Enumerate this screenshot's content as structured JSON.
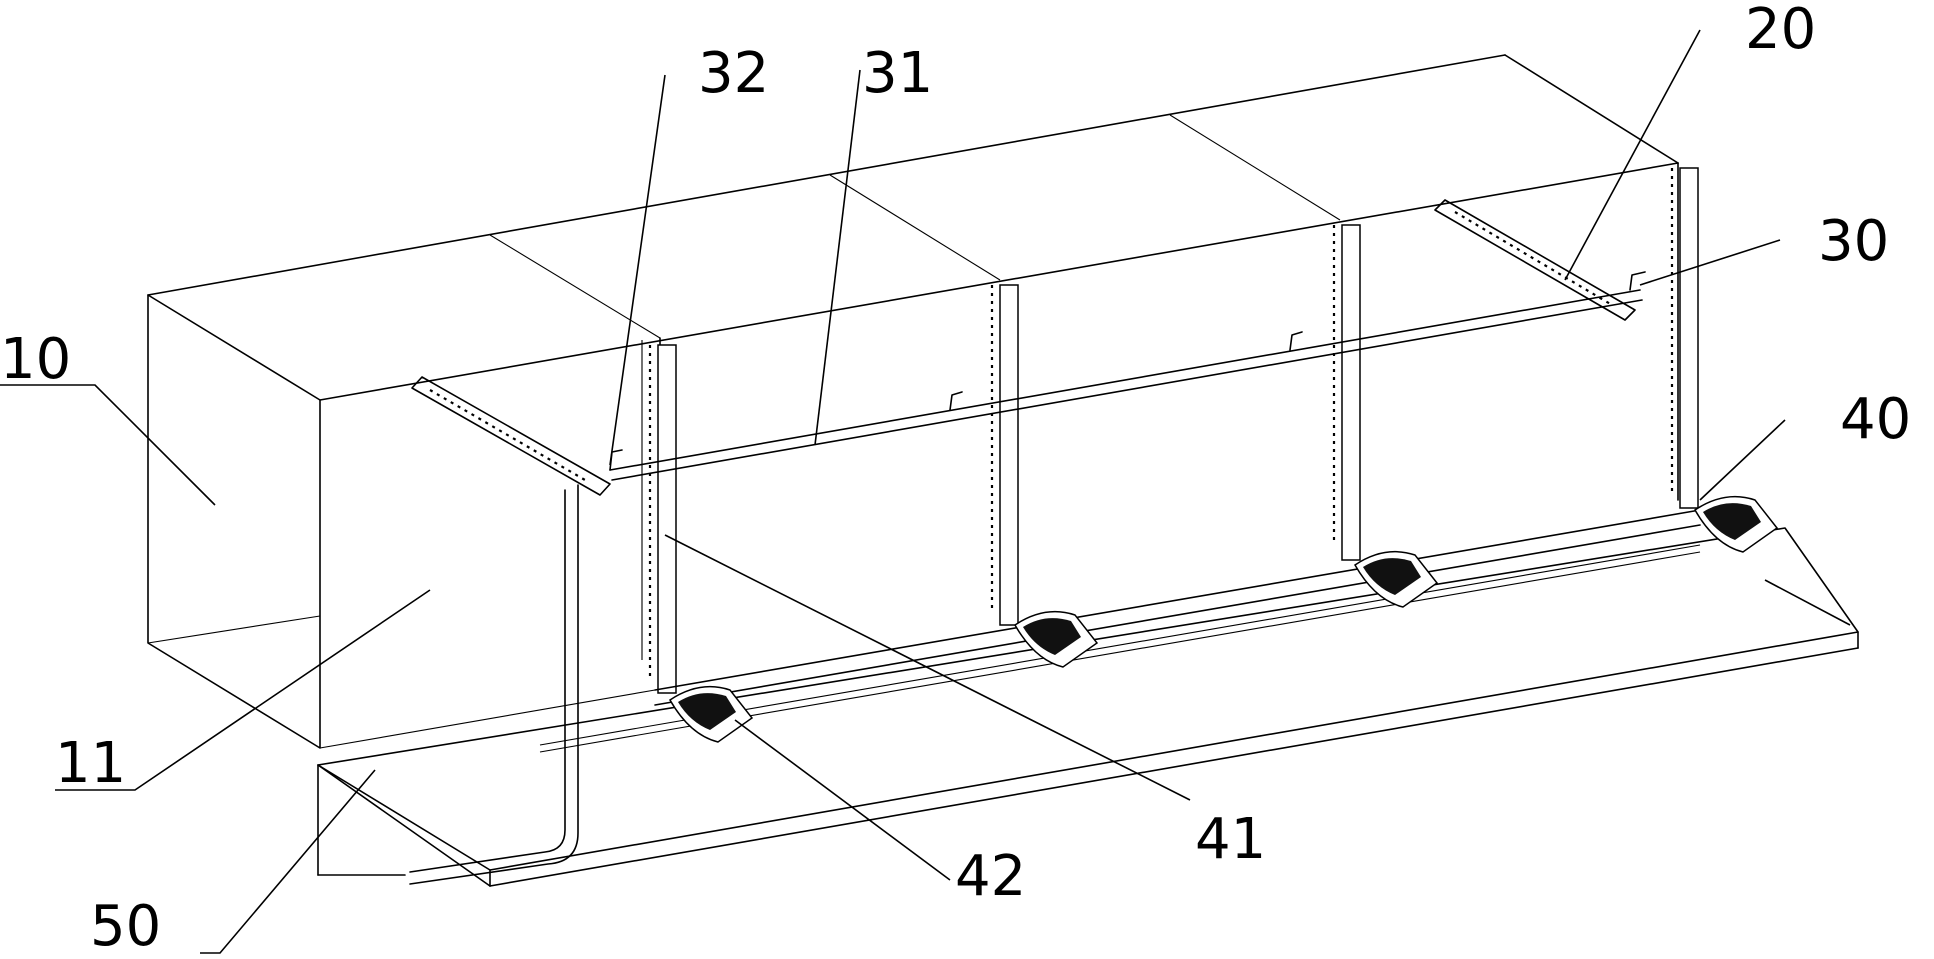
{
  "labels": {
    "l10": "10",
    "l11": "11",
    "l20": "20",
    "l30": "30",
    "l31": "31",
    "l32": "32",
    "l40": "40",
    "l41": "41",
    "l42": "42",
    "l50": "50"
  }
}
